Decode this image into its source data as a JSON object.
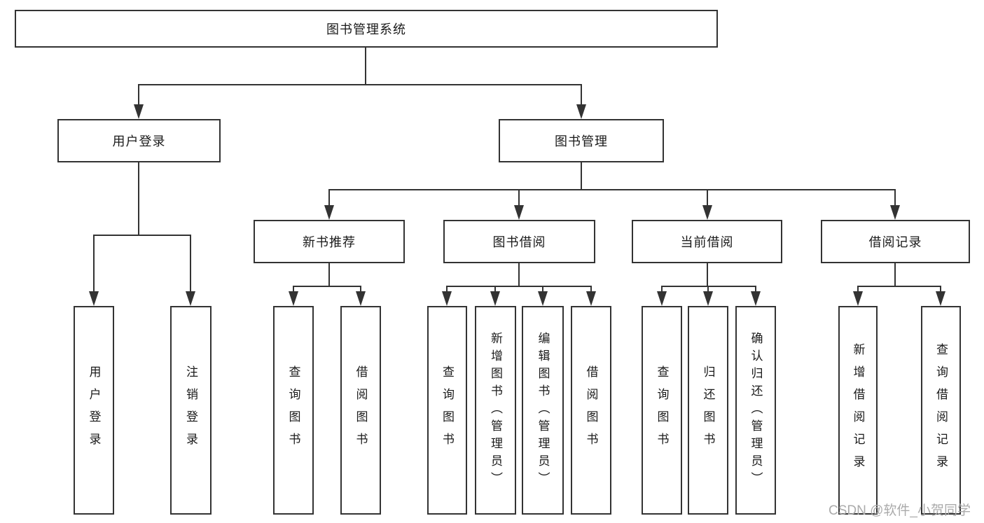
{
  "tree": {
    "label": "图书管理系统",
    "children": [
      {
        "label": "用户登录",
        "children": [
          {
            "label": "用户登录"
          },
          {
            "label": "注销登录"
          }
        ]
      },
      {
        "label": "图书管理",
        "children": [
          {
            "label": "新书推荐",
            "children": [
              {
                "label": "查询图书"
              },
              {
                "label": "借阅图书"
              }
            ]
          },
          {
            "label": "图书借阅",
            "children": [
              {
                "label": "查询图书"
              },
              {
                "label": "新增图书（管理员）"
              },
              {
                "label": "编辑图书（管理员）"
              },
              {
                "label": "借阅图书"
              }
            ]
          },
          {
            "label": "当前借阅",
            "children": [
              {
                "label": "查询图书"
              },
              {
                "label": "归还图书"
              },
              {
                "label": "确认归还（管理员）"
              }
            ]
          },
          {
            "label": "借阅记录",
            "children": [
              {
                "label": "新增借阅记录"
              },
              {
                "label": "查询借阅记录"
              }
            ]
          }
        ]
      }
    ]
  },
  "watermark": {
    "text": "CSDN @软件_小贺同学"
  },
  "colors": {
    "line": "#333333",
    "text": "#1a1a1a",
    "watermark": "#ababab",
    "background": "#ffffff"
  }
}
